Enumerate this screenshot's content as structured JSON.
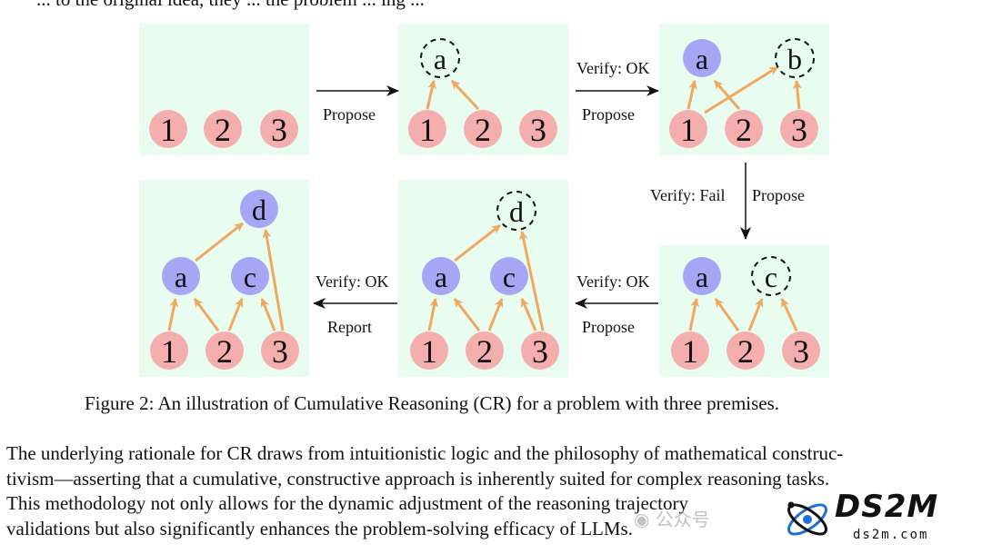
{
  "page": {
    "top_fragment": "... to the original idea, they ... the problem ... ing ... ",
    "caption": "Figure 2: An illustration of Cumulative Reasoning (CR) for a problem with three premises.",
    "paragraph_lines": [
      "The underlying rationale for CR draws from intuitionistic logic and the philosophy of mathematical construc-",
      "tivism—asserting that a cumulative, constructive approach is inherently suited for complex reasoning tasks.",
      "This methodology not only allows for the dynamic adjustment of the reasoning trajectory"
    ],
    "paragraph_last_line": "validations but also significantly enhances the problem-solving efficacy of LLMs."
  },
  "watermark": {
    "text": "公众号",
    "brand": "DS2M",
    "brand_sub": "ds2m.com"
  },
  "diagram": {
    "colors": {
      "panel": "#e8fcef",
      "premise": "#f4aeae",
      "proposition": "#a6a6f4",
      "arrow": "#f0a860",
      "dashed": "#111111"
    },
    "node_labels": {
      "p1": "1",
      "p2": "2",
      "p3": "3",
      "a": "a",
      "b": "b",
      "c": "c",
      "d": "d"
    },
    "transitions": {
      "t1_below": "Propose",
      "t2_above": "Verify: OK",
      "t2_below": "Propose",
      "t3_left": "Verify: Fail",
      "t3_right": "Propose",
      "t4_above": "Verify: OK",
      "t4_below": "Propose",
      "t5_above": "Verify: OK",
      "t5_below": "Report"
    }
  }
}
